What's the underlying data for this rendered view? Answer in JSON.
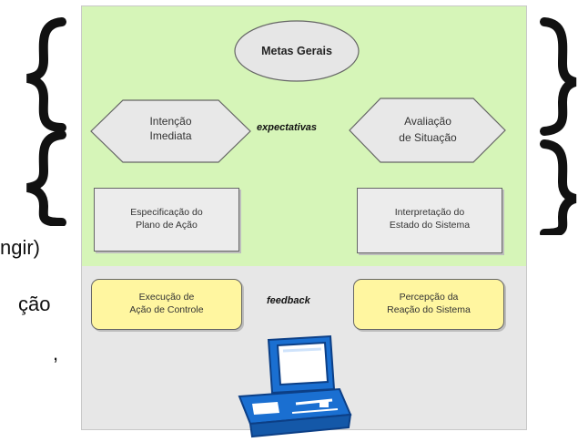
{
  "left_partial_text": [
    "ngir)",
    "ção",
    ","
  ],
  "top_node": "Metas Gerais",
  "left_hex": [
    "Intenção",
    "Imediata"
  ],
  "right_hex": [
    "Avaliação",
    "de Situação"
  ],
  "middle_label": "expectativas",
  "left_rect": [
    "Especificação do",
    "Plano de Ação"
  ],
  "right_rect": [
    "Interpretação do",
    "Estado do Sistema"
  ],
  "bottom_left": [
    "Execução de",
    "Ação de Controle"
  ],
  "bottom_right": [
    "Percepção da",
    "Reação do Sistema"
  ],
  "bottom_label": "feedback",
  "icon": "computer-icon",
  "colors": {
    "green": "#d6f5b8",
    "gray": "#e7e7e7",
    "yellow": "#fff6a0",
    "computer": "#1a6fd1"
  }
}
